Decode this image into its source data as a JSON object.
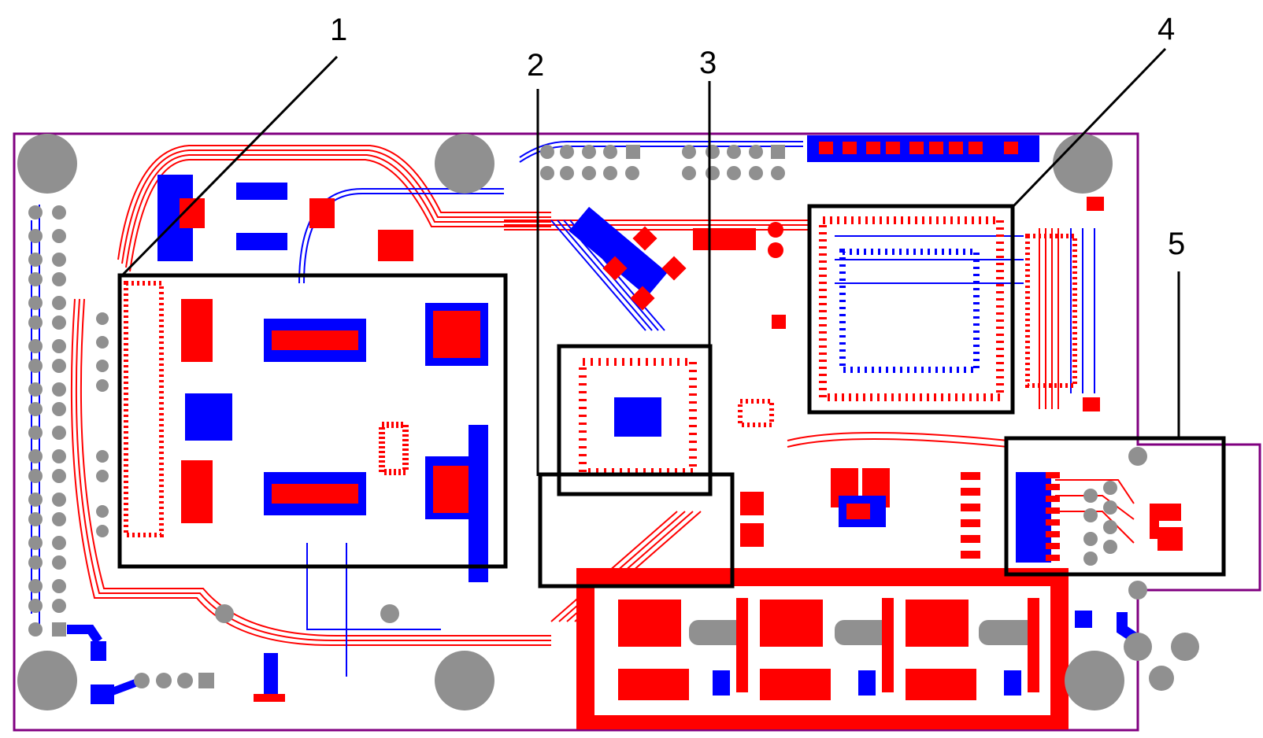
{
  "callouts": [
    {
      "id": "1",
      "label": "1"
    },
    {
      "id": "2",
      "label": "2"
    },
    {
      "id": "3",
      "label": "3"
    },
    {
      "id": "4",
      "label": "4"
    },
    {
      "id": "5",
      "label": "5"
    }
  ],
  "colors": {
    "board_outline": "#800080",
    "top_copper": "#ff0000",
    "bottom_copper": "#0000ff",
    "via_pad": "#909090",
    "highlight_box": "#000000"
  }
}
